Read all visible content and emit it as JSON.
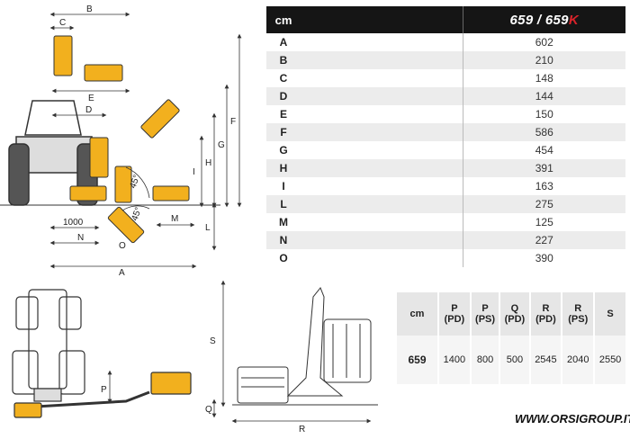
{
  "dimension_table": {
    "header_key": "cm",
    "header_model_a": "659",
    "header_sep": " / ",
    "header_model_b": "659",
    "header_model_b_suffix": "K",
    "rows": [
      {
        "key": "A",
        "value": "602"
      },
      {
        "key": "B",
        "value": "210"
      },
      {
        "key": "C",
        "value": "148"
      },
      {
        "key": "D",
        "value": "144"
      },
      {
        "key": "E",
        "value": "150"
      },
      {
        "key": "F",
        "value": "586"
      },
      {
        "key": "G",
        "value": "454"
      },
      {
        "key": "H",
        "value": "391"
      },
      {
        "key": "I",
        "value": "163"
      },
      {
        "key": "L",
        "value": "275"
      },
      {
        "key": "M",
        "value": "125"
      },
      {
        "key": "N",
        "value": "227"
      },
      {
        "key": "O",
        "value": "390"
      }
    ]
  },
  "spec_table": {
    "headers": [
      "cm",
      "P\n(PD)",
      "P\n(PS)",
      "Q\n(PD)",
      "R\n(PD)",
      "R\n(PS)",
      "S"
    ],
    "row": [
      "659",
      "1400",
      "800",
      "500",
      "2545",
      "2040",
      "2550"
    ]
  },
  "diagram_labels": {
    "A": "A",
    "B": "B",
    "C": "C",
    "D": "D",
    "E": "E",
    "F": "F",
    "G": "G",
    "H": "H",
    "I": "I",
    "L": "L",
    "M": "M",
    "N": "N",
    "O": "O",
    "d1000": "1000",
    "angle1": "45°",
    "angle2": "45°",
    "P": "P",
    "Q": "Q",
    "R": "R",
    "S": "S"
  },
  "website": "WWW.ORSIGROUP.IT",
  "colors": {
    "accent_yellow": "#f2b01e",
    "table_header": "#151515",
    "brand_red": "#d8232a"
  }
}
